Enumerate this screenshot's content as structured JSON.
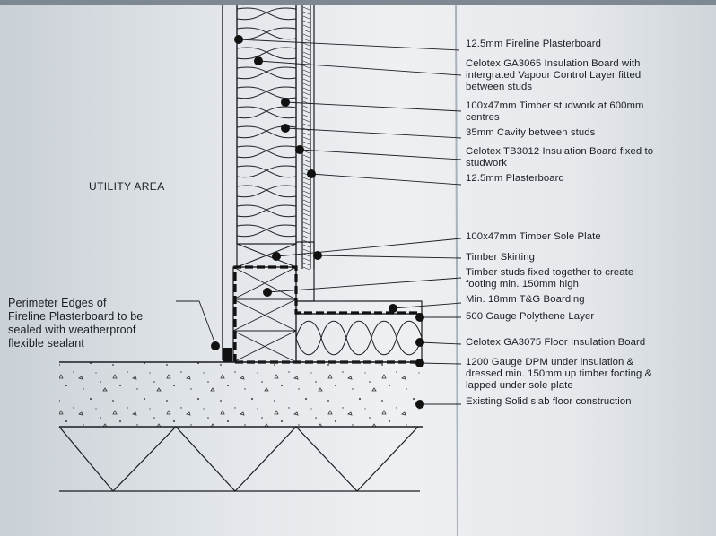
{
  "room_label": "UTILITY AREA",
  "side_note": [
    "Perimeter Edges of",
    "Fireline Plasterboard to be",
    "sealed with weatherproof",
    "flexible sealant"
  ],
  "callouts": [
    {
      "id": "fireline-plasterboard",
      "lines": [
        "12.5mm Fireline Plasterboard"
      ]
    },
    {
      "id": "celotex-ga3065",
      "lines": [
        "Celotex GA3065 Insulation Board with",
        "intergrated Vapour Control Layer fitted",
        "between studs"
      ]
    },
    {
      "id": "timber-studwork",
      "lines": [
        "100x47mm Timber studwork at 600mm",
        "centres"
      ]
    },
    {
      "id": "cavity",
      "lines": [
        "35mm Cavity between studs"
      ]
    },
    {
      "id": "celotex-tb3012",
      "lines": [
        "Celotex TB3012 Insulation Board fixed to",
        "studwork"
      ]
    },
    {
      "id": "plasterboard",
      "lines": [
        "12.5mm Plasterboard"
      ]
    },
    {
      "id": "sole-plate",
      "lines": [
        "100x47mm Timber Sole Plate"
      ]
    },
    {
      "id": "skirting",
      "lines": [
        "Timber Skirting"
      ]
    },
    {
      "id": "timber-footing",
      "lines": [
        "Timber studs fixed together to create",
        "footing min. 150mm high"
      ]
    },
    {
      "id": "tg-boarding",
      "lines": [
        "Min. 18mm T&G Boarding"
      ]
    },
    {
      "id": "polythene",
      "lines": [
        "500 Gauge Polythene Layer"
      ]
    },
    {
      "id": "floor-insulation",
      "lines": [
        "Celotex GA3075 Floor Insulation Board"
      ]
    },
    {
      "id": "dpm",
      "lines": [
        "1200 Gauge DPM under insulation &",
        "dressed min. 150mm up timber footing &",
        "lapped under sole plate"
      ]
    },
    {
      "id": "slab",
      "lines": [
        "Existing Solid slab floor construction"
      ]
    }
  ],
  "colors": {
    "ink": "#1a1d22",
    "paper": "#e8ebee",
    "fold": "#b8c0c8"
  }
}
